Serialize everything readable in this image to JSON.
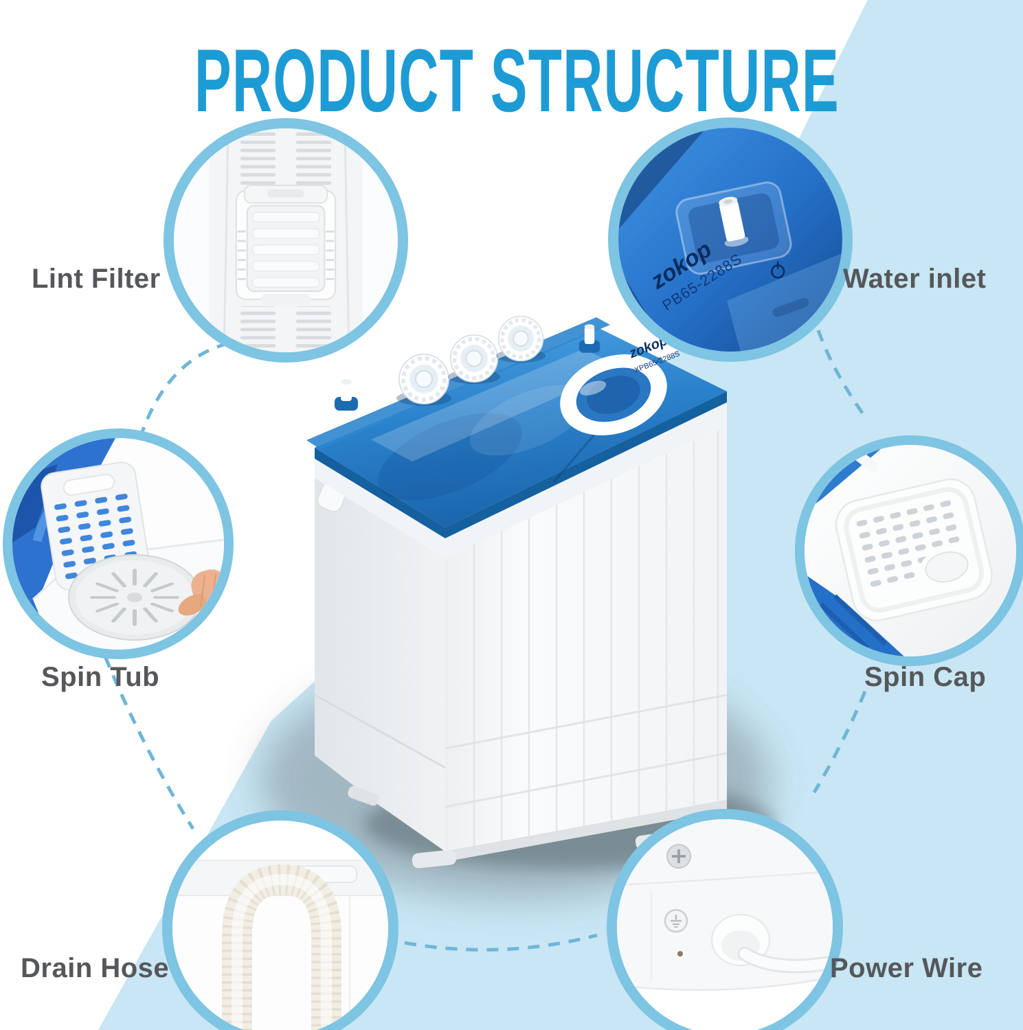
{
  "title": "PRODUCT STRUCTURE",
  "callouts": {
    "lint_filter": "Lint Filter",
    "water_inlet": "Water inlet",
    "spin_tub": "Spin Tub",
    "spin_cap": "Spin Cap",
    "drain_hose": "Drain Hose",
    "power_wire": "Power Wire"
  },
  "machine": {
    "brand": "zokop",
    "model": "XPB65-2288S"
  },
  "inlet": {
    "brand": "zokop",
    "model": "PB65-2288S"
  },
  "colors": {
    "title_blue": "#1D9BD5",
    "background_blue": "#C8E6F4",
    "circle_ring_blue": "#7EC4E3",
    "dash_blue": "#6FB6D8",
    "label_gray": "#55575A",
    "lid_blue": "#2B82CC"
  }
}
